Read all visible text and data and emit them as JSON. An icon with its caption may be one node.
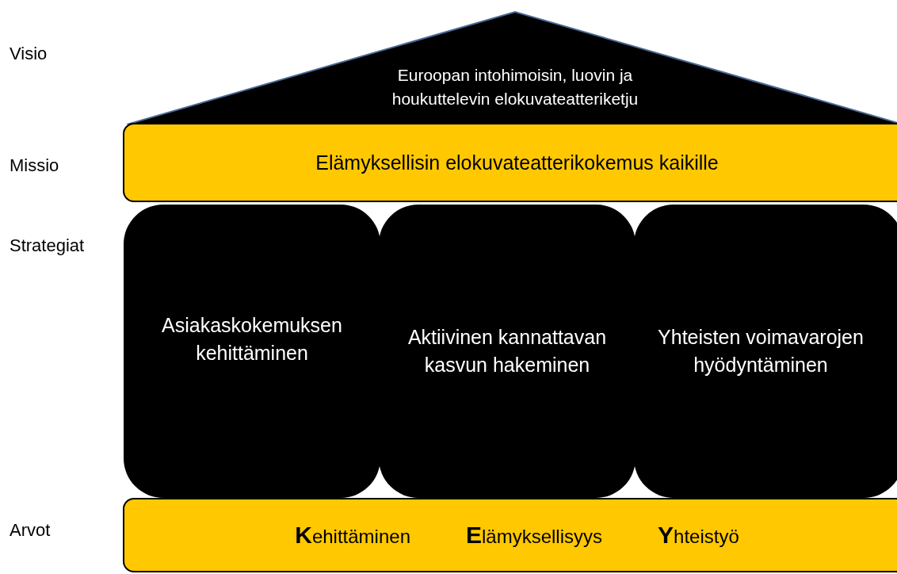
{
  "diagram": {
    "nodes": [
      {
        "text": [
          "Euroopan intohimoisin, luovin ja houkuttelevin elokuvateatteriketju"
        ]
      },
      {
        "text": [
          "Elämyksellisin elokuvateatterikokemus kaikille"
        ]
      },
      {
        "text": [
          "Asiakaskokemuksen kehittäminen"
        ]
      },
      {
        "text": [
          "Aktiivinen kannattavan kasvun hakeminen"
        ]
      },
      {
        "text": [
          "Yhteisten voimavarojen hyödyntäminen"
        ]
      },
      {
        "text": [
          "**K**ehittäminen",
          "**E**lämyksellisyys",
          "**Y**hteistyö"
        ]
      }
    ],
    "edges": [],
    "labels": [
      "Visio",
      "Missio",
      "Strategiat",
      "Arvot"
    ]
  }
}
